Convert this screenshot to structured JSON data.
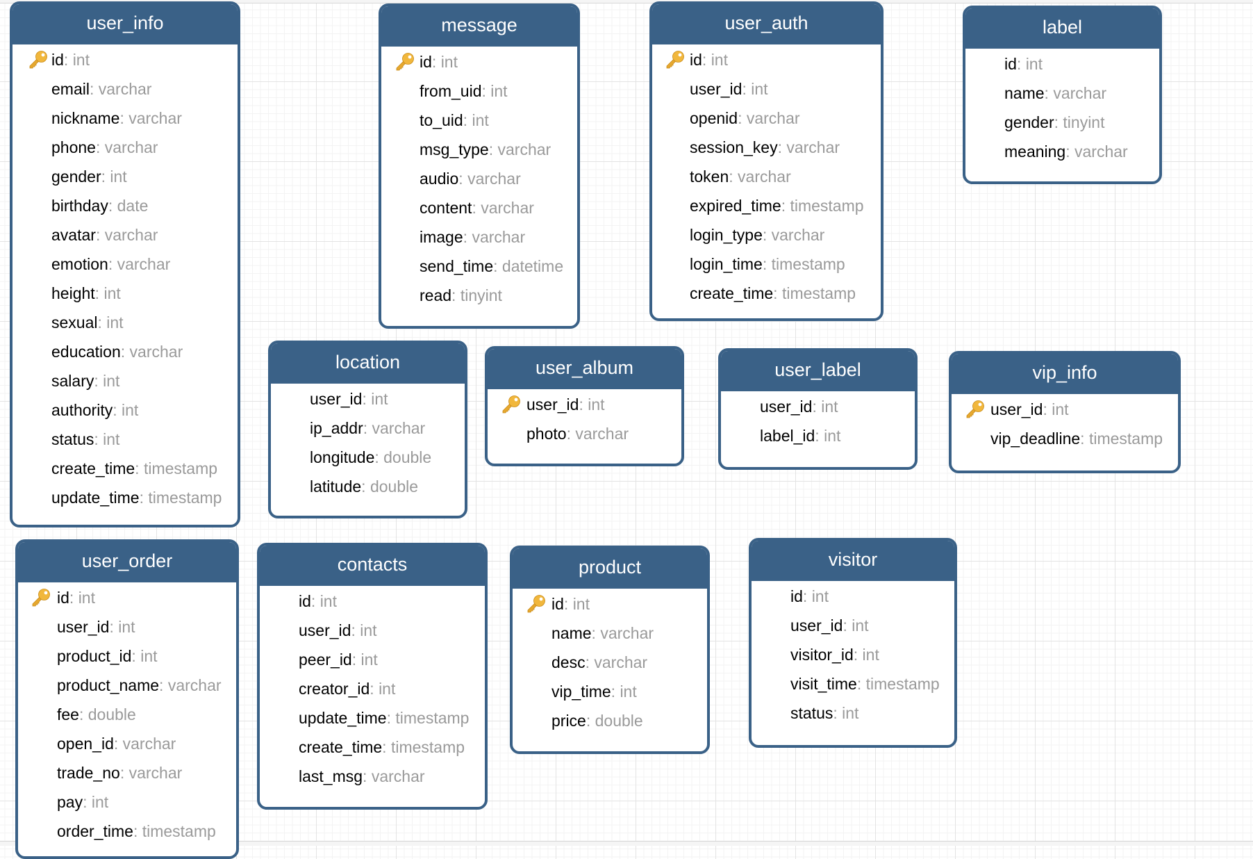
{
  "diagram": {
    "entities": [
      {
        "id": "user_info",
        "name": "user_info",
        "fields": [
          {
            "name": "id",
            "type": "int",
            "primary_key": true
          },
          {
            "name": "email",
            "type": "varchar"
          },
          {
            "name": "nickname",
            "type": "varchar"
          },
          {
            "name": "phone",
            "type": "varchar"
          },
          {
            "name": "gender",
            "type": "int"
          },
          {
            "name": "birthday",
            "type": "date"
          },
          {
            "name": "avatar",
            "type": "varchar"
          },
          {
            "name": "emotion",
            "type": "varchar"
          },
          {
            "name": "height",
            "type": "int"
          },
          {
            "name": "sexual",
            "type": "int"
          },
          {
            "name": "education",
            "type": "varchar"
          },
          {
            "name": "salary",
            "type": "int"
          },
          {
            "name": "authority",
            "type": "int"
          },
          {
            "name": "status",
            "type": "int"
          },
          {
            "name": "create_time",
            "type": "timestamp"
          },
          {
            "name": "update_time",
            "type": "timestamp"
          }
        ]
      },
      {
        "id": "message",
        "name": "message",
        "fields": [
          {
            "name": "id",
            "type": "int",
            "primary_key": true
          },
          {
            "name": "from_uid",
            "type": "int"
          },
          {
            "name": "to_uid",
            "type": "int"
          },
          {
            "name": "msg_type",
            "type": "varchar"
          },
          {
            "name": "audio",
            "type": "varchar"
          },
          {
            "name": "content",
            "type": "varchar"
          },
          {
            "name": "image",
            "type": "varchar"
          },
          {
            "name": "send_time",
            "type": "datetime"
          },
          {
            "name": "read",
            "type": "tinyint"
          }
        ]
      },
      {
        "id": "user_auth",
        "name": "user_auth",
        "fields": [
          {
            "name": "id",
            "type": "int",
            "primary_key": true
          },
          {
            "name": "user_id",
            "type": "int"
          },
          {
            "name": "openid",
            "type": "varchar"
          },
          {
            "name": "session_key",
            "type": "varchar"
          },
          {
            "name": "token",
            "type": "varchar"
          },
          {
            "name": "expired_time",
            "type": "timestamp"
          },
          {
            "name": "login_type",
            "type": "varchar"
          },
          {
            "name": "login_time",
            "type": "timestamp"
          },
          {
            "name": "create_time",
            "type": "timestamp"
          }
        ]
      },
      {
        "id": "label",
        "name": "label",
        "fields": [
          {
            "name": "id",
            "type": "int"
          },
          {
            "name": "name",
            "type": "varchar"
          },
          {
            "name": "gender",
            "type": "tinyint"
          },
          {
            "name": "meaning",
            "type": "varchar"
          }
        ]
      },
      {
        "id": "location",
        "name": "location",
        "fields": [
          {
            "name": "user_id",
            "type": "int"
          },
          {
            "name": "ip_addr",
            "type": "varchar"
          },
          {
            "name": "longitude",
            "type": "double"
          },
          {
            "name": "latitude",
            "type": "double"
          }
        ]
      },
      {
        "id": "user_album",
        "name": "user_album",
        "fields": [
          {
            "name": "user_id",
            "type": "int",
            "primary_key": true
          },
          {
            "name": "photo",
            "type": "varchar"
          }
        ]
      },
      {
        "id": "user_label",
        "name": "user_label",
        "fields": [
          {
            "name": "user_id",
            "type": "int"
          },
          {
            "name": "label_id",
            "type": "int"
          }
        ]
      },
      {
        "id": "vip_info",
        "name": "vip_info",
        "fields": [
          {
            "name": "user_id",
            "type": "int",
            "primary_key": true
          },
          {
            "name": "vip_deadline",
            "type": "timestamp"
          }
        ]
      },
      {
        "id": "user_order",
        "name": "user_order",
        "fields": [
          {
            "name": "id",
            "type": "int",
            "primary_key": true
          },
          {
            "name": "user_id",
            "type": "int"
          },
          {
            "name": "product_id",
            "type": "int"
          },
          {
            "name": "product_name",
            "type": "varchar"
          },
          {
            "name": "fee",
            "type": "double"
          },
          {
            "name": "open_id",
            "type": "varchar"
          },
          {
            "name": "trade_no",
            "type": "varchar"
          },
          {
            "name": "pay",
            "type": "int"
          },
          {
            "name": "order_time",
            "type": "timestamp"
          }
        ]
      },
      {
        "id": "contacts",
        "name": "contacts",
        "fields": [
          {
            "name": "id",
            "type": "int"
          },
          {
            "name": "user_id",
            "type": "int"
          },
          {
            "name": "peer_id",
            "type": "int"
          },
          {
            "name": "creator_id",
            "type": "int"
          },
          {
            "name": "update_time",
            "type": "timestamp"
          },
          {
            "name": "create_time",
            "type": "timestamp"
          },
          {
            "name": "last_msg",
            "type": "varchar"
          }
        ]
      },
      {
        "id": "product",
        "name": "product",
        "fields": [
          {
            "name": "id",
            "type": "int",
            "primary_key": true
          },
          {
            "name": "name",
            "type": "varchar"
          },
          {
            "name": "desc",
            "type": "varchar"
          },
          {
            "name": "vip_time",
            "type": "int"
          },
          {
            "name": "price",
            "type": "double"
          }
        ]
      },
      {
        "id": "visitor",
        "name": "visitor",
        "fields": [
          {
            "name": "id",
            "type": "int"
          },
          {
            "name": "user_id",
            "type": "int"
          },
          {
            "name": "visitor_id",
            "type": "int"
          },
          {
            "name": "visit_time",
            "type": "timestamp"
          },
          {
            "name": "status",
            "type": "int"
          }
        ]
      }
    ]
  }
}
